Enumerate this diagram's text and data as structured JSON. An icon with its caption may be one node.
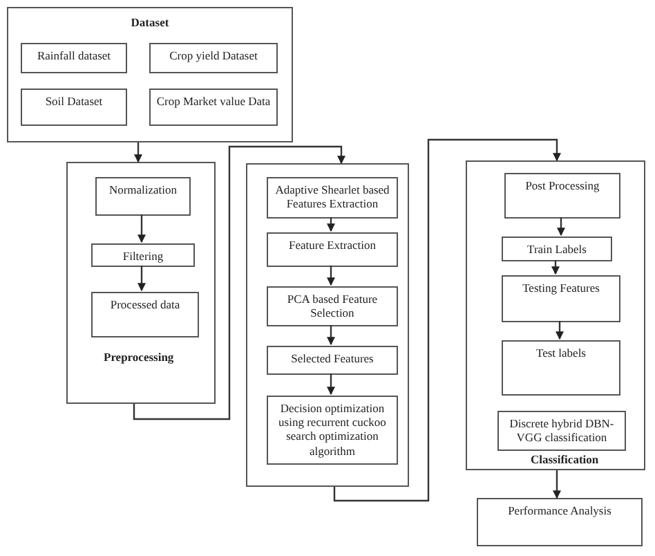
{
  "diagram": {
    "nodes": [
      {
        "text": [
          "Dataset"
        ]
      },
      {
        "text": [
          "Rainfall dataset"
        ],
        "in": 0
      },
      {
        "text": [
          "Crop yield Dataset"
        ],
        "in": 0
      },
      {
        "text": [
          "Soil Dataset"
        ],
        "in": 0
      },
      {
        "text": [
          "Crop Market value Data"
        ],
        "in": 0
      },
      {
        "text": [
          "Preprocessing"
        ]
      },
      {
        "text": [
          "Normalization"
        ],
        "in": 5
      },
      {
        "text": [
          "Filtering"
        ],
        "in": 5
      },
      {
        "text": [
          "Processed data"
        ],
        "in": 5
      },
      {
        "text": [],
        "shape": "box"
      },
      {
        "text": [
          "Adaptive Shearlet based Features Extraction"
        ],
        "in": 9
      },
      {
        "text": [
          "Feature Extraction"
        ],
        "in": 9
      },
      {
        "text": [
          "PCA based Feature Selection"
        ],
        "in": 9
      },
      {
        "text": [
          "Selected Features"
        ],
        "in": 9
      },
      {
        "text": [
          "Decision optimization using recurrent cuckoo search optimization algorithm"
        ],
        "in": 9
      },
      {
        "text": [
          "Classification"
        ]
      },
      {
        "text": [
          "Post Processing"
        ],
        "in": 15
      },
      {
        "text": [
          "Train Labels"
        ],
        "in": 15
      },
      {
        "text": [
          "Testing Features"
        ],
        "in": 15
      },
      {
        "text": [
          "Test labels"
        ],
        "in": 15
      },
      {
        "text": [
          "Discrete hybrid DBN-VGG classification"
        ],
        "in": 15
      },
      {
        "text": [
          "Performance Analysis"
        ]
      }
    ],
    "edges": [
      {
        "from": 0,
        "to": 5,
        "arrow": "to"
      },
      {
        "from": 6,
        "to": 7,
        "arrow": "to"
      },
      {
        "from": 7,
        "to": 8,
        "arrow": "to"
      },
      {
        "from": 5,
        "to": 9,
        "arrow": "to"
      },
      {
        "from": 10,
        "to": 11,
        "arrow": "to"
      },
      {
        "from": 11,
        "to": 12,
        "arrow": "to"
      },
      {
        "from": 12,
        "to": 13,
        "arrow": "to"
      },
      {
        "from": 13,
        "to": 14,
        "arrow": "to"
      },
      {
        "from": 9,
        "to": 15,
        "arrow": "to"
      },
      {
        "from": 16,
        "to": 17,
        "arrow": "to"
      },
      {
        "from": 17,
        "to": 18,
        "arrow": "to"
      },
      {
        "from": 18,
        "to": 19,
        "arrow": "to"
      },
      {
        "from": 15,
        "to": 21,
        "arrow": "to"
      }
    ]
  }
}
